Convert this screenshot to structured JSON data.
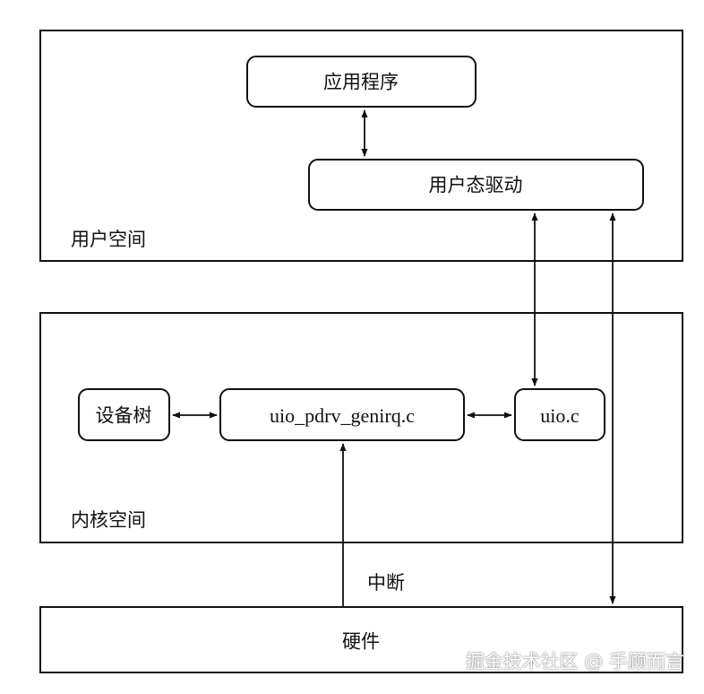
{
  "regions": {
    "user_space": "用户空间",
    "kernel_space": "内核空间",
    "hardware": "硬件"
  },
  "nodes": {
    "app": "应用程序",
    "user_driver": "用户态驱动",
    "device_tree": "设备树",
    "uio_pdrv": "uio_pdrv_genirq.c",
    "uio_c": "uio.c"
  },
  "edges": {
    "interrupt": "中断"
  },
  "watermark": "掘金技术社区 @ 手顾而言"
}
